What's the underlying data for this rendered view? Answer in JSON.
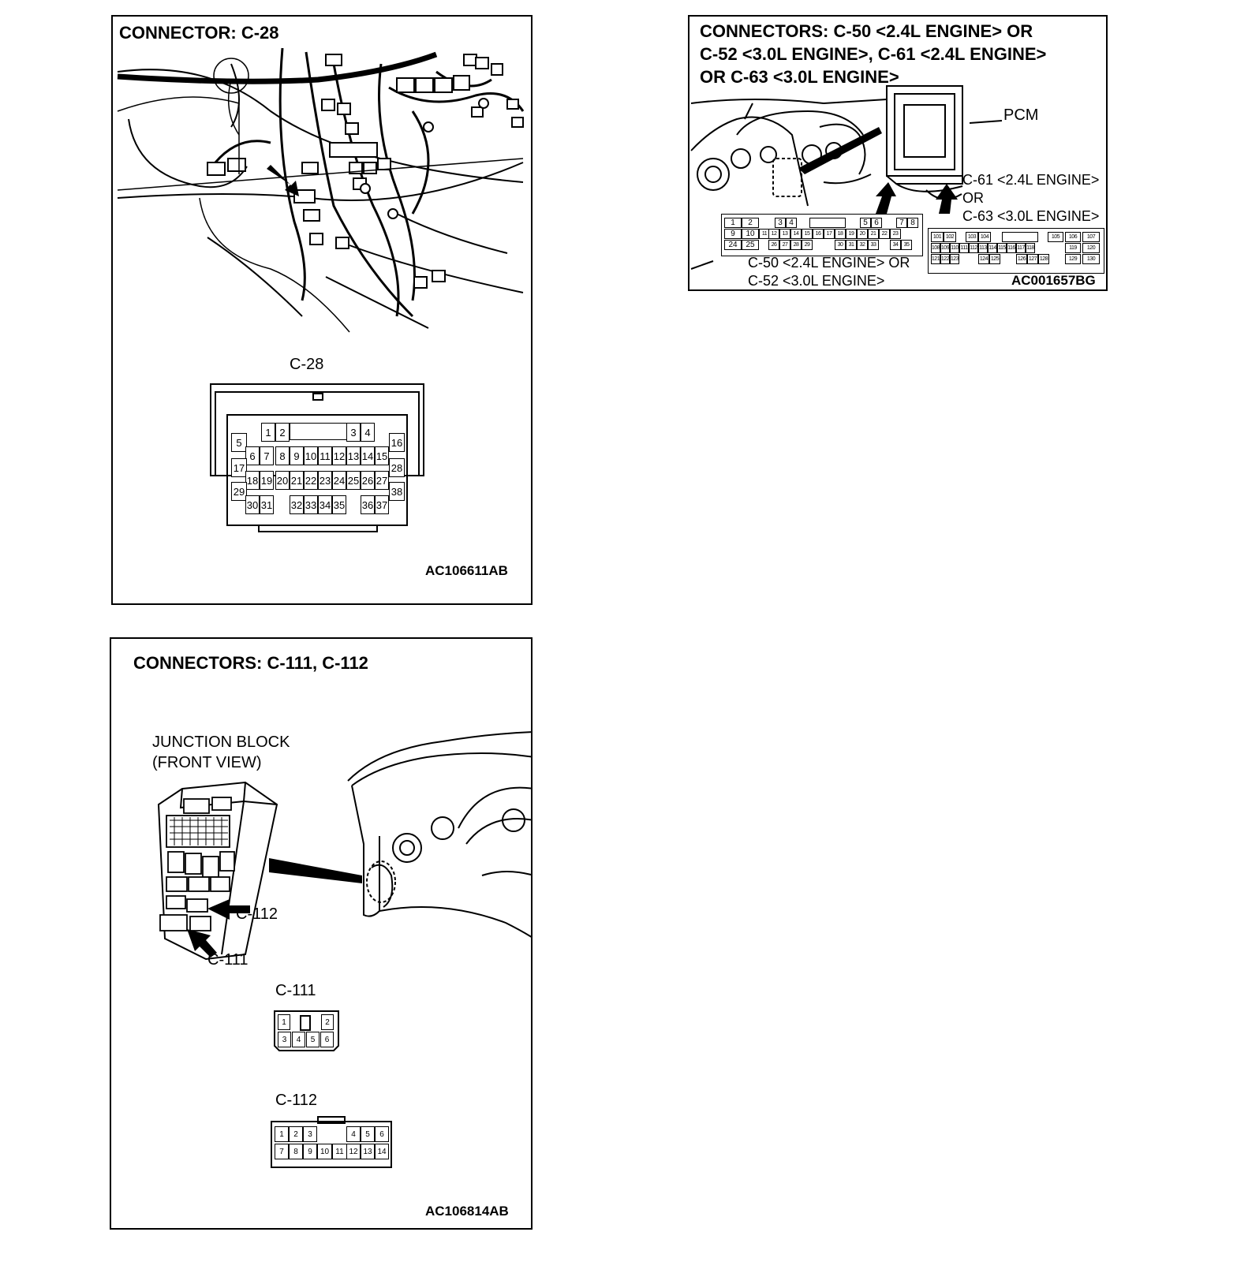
{
  "panels": {
    "c28": {
      "title": "CONNECTOR: C-28",
      "connector_label": "C-28",
      "pins": [
        "1",
        "2",
        "3",
        "4",
        "5",
        "6",
        "7",
        "8",
        "9",
        "10",
        "11",
        "12",
        "13",
        "14",
        "15",
        "16",
        "17",
        "18",
        "19",
        "20",
        "21",
        "22",
        "23",
        "24",
        "25",
        "26",
        "27",
        "28",
        "29",
        "30",
        "31",
        "32",
        "33",
        "34",
        "35",
        "36",
        "37",
        "38"
      ],
      "figure_code": "AC106611AB"
    },
    "pcm": {
      "title_lines": [
        "CONNECTORS: C-50 <2.4L ENGINE> OR",
        "C-52 <3.0L ENGINE>, C-61 <2.4L ENGINE>",
        "OR C-63 <3.0L ENGINE>"
      ],
      "pcm_label": "PCM",
      "c61_label": "C-61 <2.4L ENGINE>",
      "or_label": "OR",
      "c63_label": "C-63 <3.0L ENGINE>",
      "c50_label": "C-50 <2.4L ENGINE> OR",
      "c52_label": "C-52 <3.0L ENGINE>",
      "left_pins": [
        "1",
        "2",
        "3",
        "4",
        "5",
        "6",
        "7",
        "8",
        "9",
        "10",
        "11",
        "12",
        "13",
        "14",
        "15",
        "16",
        "17",
        "18",
        "19",
        "20",
        "21",
        "22",
        "23",
        "24",
        "25",
        "26",
        "27",
        "28",
        "29",
        "30",
        "31",
        "32",
        "33",
        "34",
        "35"
      ],
      "right_pins": [
        "101",
        "102",
        "103",
        "104",
        "105",
        "106",
        "107",
        "108",
        "109",
        "110",
        "111",
        "112",
        "113",
        "114",
        "115",
        "116",
        "117",
        "118",
        "119",
        "120",
        "121",
        "122",
        "123",
        "124",
        "125",
        "126",
        "127",
        "128",
        "129",
        "130"
      ],
      "figure_code": "AC001657BG"
    },
    "jb": {
      "title": "CONNECTORS: C-111, C-112",
      "jb_label_line1": "JUNCTION BLOCK",
      "jb_label_line2": "(FRONT VIEW)",
      "c112_callout": "C-112",
      "c111_callout": "C-111",
      "c111_label": "C-111",
      "c111_pins": [
        "1",
        "2",
        "3",
        "4",
        "5",
        "6"
      ],
      "c112_label": "C-112",
      "c112_pins": [
        "1",
        "2",
        "3",
        "4",
        "5",
        "6",
        "7",
        "8",
        "9",
        "10",
        "11",
        "12",
        "13",
        "14"
      ],
      "figure_code": "AC106814AB"
    }
  }
}
